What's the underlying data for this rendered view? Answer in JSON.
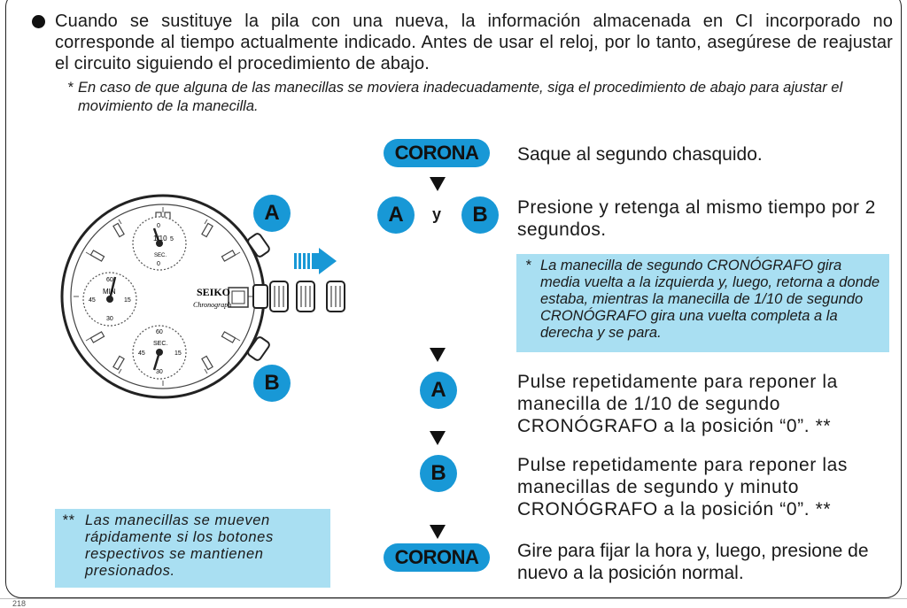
{
  "intro": {
    "bullet_text": "Cuando se sustituye la pila con una nueva, la información almacenada en CI incorporado no corresponde al tiempo actualmente indicado. Antes de usar el reloj, por lo tanto, asegúrese de reajustar el circuito siguiendo el procedimiento de abajo.",
    "note_marker": "*",
    "note_text": "En caso de que alguna de las manecillas se moviera inadecuadamente, siga el procedimiento de abajo para ajustar el movimiento de la manecilla."
  },
  "watch": {
    "brand": "SEIKO",
    "model": "Chronograph",
    "button_a": "A",
    "button_b": "B",
    "subdial_top": {
      "n1": "0",
      "n2": "1/10",
      "n3": "5",
      "label": "SEC.",
      "n4": "0"
    },
    "subdial_left": {
      "n1": "60",
      "n2": "MIN",
      "n3": "45",
      "n4": "15",
      "n5": "30"
    },
    "subdial_bottom": {
      "n1": "60",
      "n2": "SEC.",
      "n3": "45",
      "n4": "15",
      "n5": "30"
    }
  },
  "steps": [
    {
      "badge": "CORONA",
      "text": "Saque al segundo chasquido."
    },
    {
      "badge_a": "A",
      "connector": "y",
      "badge_b": "B",
      "text": "Presione y retenga al mismo tiempo por 2 segundos."
    },
    {
      "badge": "A",
      "text": "Pulse repetidamente para reponer la manecilla de 1/10 de segundo CRONÓGRAFO a la posición “0”. **"
    },
    {
      "badge": "B",
      "text": "Pulse repetidamente para reponer las manecillas de segundo y minuto CRONÓGRAFO a la posición “0”. **"
    },
    {
      "badge": "CORONA",
      "text": "Gire para fijar la hora y, luego, presione de nuevo a la posición normal."
    }
  ],
  "info_box": {
    "marker": "*",
    "text": "La manecilla de segundo CRONÓGRAFO gira media vuelta a la izquierda y, luego, retorna a donde estaba, mientras la manecilla de 1/10 de segundo CRONÓGRAFO gira una vuelta completa a la derecha y se para."
  },
  "footnote_box": {
    "marker": "**",
    "text": "Las manecillas se mueven rápidamente si los botones respectivos se mantienen presionados."
  },
  "colors": {
    "accent_blue": "#1898d6",
    "box_blue": "#a9dff2"
  },
  "footer": {
    "page_left": "218"
  }
}
